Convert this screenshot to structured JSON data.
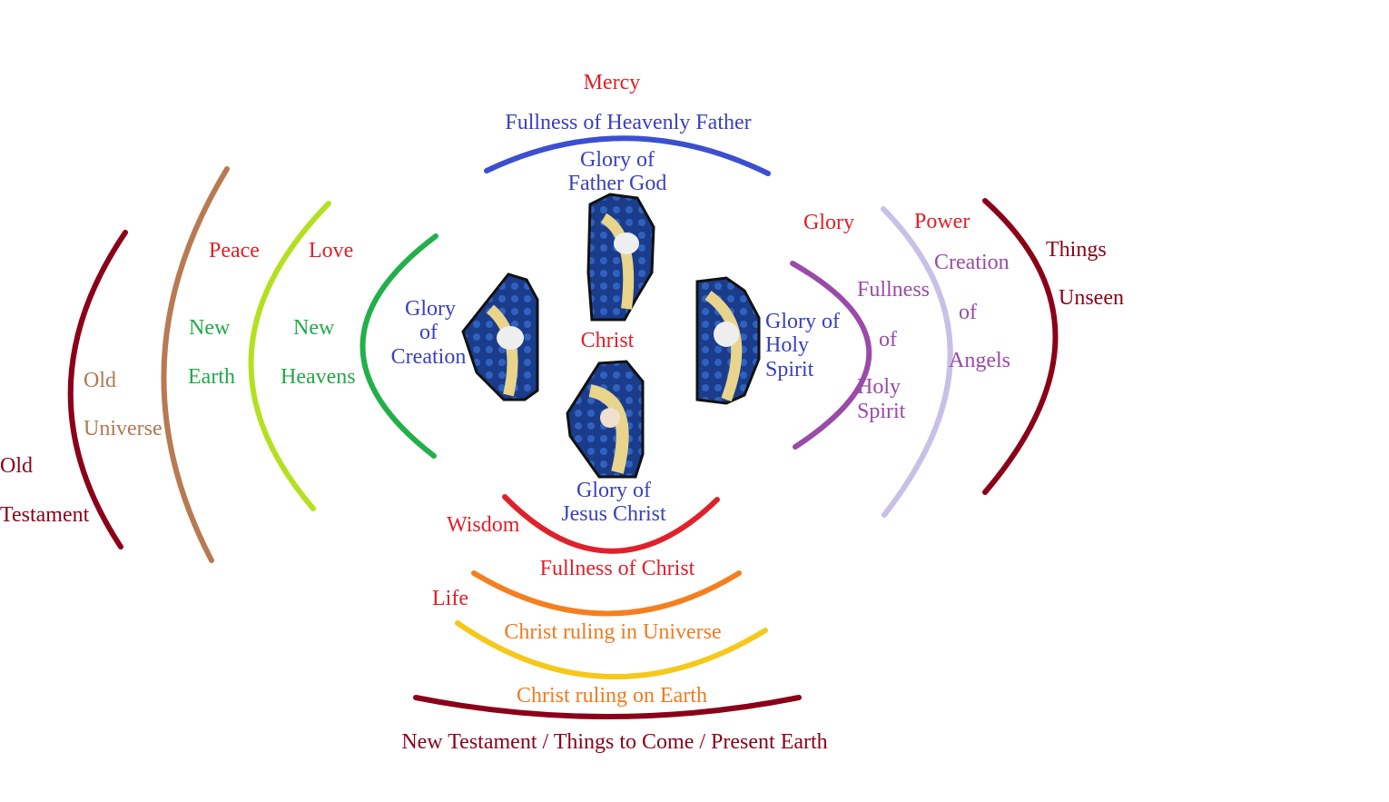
{
  "colors": {
    "blue": "#3b4fd0",
    "red": "#e0202a",
    "dark_red": "#8b0018",
    "brown": "#b87a52",
    "lime": "#b5e020",
    "green": "#22b04a",
    "purple": "#9a4aa8",
    "lavender": "#c8c0e6",
    "orange": "#f57f20",
    "yellow": "#f5c81a"
  },
  "top": {
    "mercy": "Mercy",
    "fullness_father": "Fullness of Heavenly Father",
    "glory_father_1": "Glory of",
    "glory_father_2": "Father God"
  },
  "center": {
    "christ": "Christ",
    "glory_creation_1": "Glory",
    "glory_creation_2": "of",
    "glory_creation_3": "Creation",
    "glory_spirit_1": "Glory of",
    "glory_spirit_2": "Holy",
    "glory_spirit_3": "Spirit",
    "glory_jesus_1": "Glory of",
    "glory_jesus_2": "Jesus Christ"
  },
  "left": {
    "old_testament_1": "Old",
    "old_testament_2": "Testament",
    "old_universe_1": "Old",
    "old_universe_2": "Universe",
    "peace": "Peace",
    "new_earth_1": "New",
    "new_earth_2": "Earth",
    "love": "Love",
    "new_heavens_1": "New",
    "new_heavens_2": "Heavens"
  },
  "right": {
    "glory": "Glory",
    "fullness_spirit_1": "Fullness",
    "fullness_spirit_2": "of",
    "fullness_spirit_3": "Holy",
    "fullness_spirit_4": "Spirit",
    "power": "Power",
    "creation_angels_1": "Creation",
    "creation_angels_2": "of",
    "creation_angels_3": "Angels",
    "things_unseen_1": "Things",
    "things_unseen_2": "Unseen"
  },
  "bottom": {
    "wisdom": "Wisdom",
    "fullness_christ": "Fullness of Christ",
    "life": "Life",
    "ruling_universe": "Christ ruling in Universe",
    "ruling_earth": "Christ ruling on Earth",
    "new_testament": "New Testament / Things to Come / Present Earth"
  }
}
